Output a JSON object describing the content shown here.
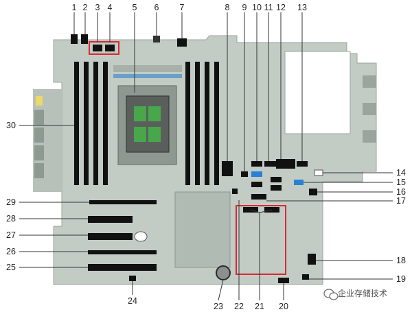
{
  "diagram": {
    "callout_labels": [
      "1",
      "2",
      "3",
      "4",
      "5",
      "6",
      "7",
      "8",
      "9",
      "10",
      "11",
      "12",
      "13",
      "14",
      "15",
      "16",
      "17",
      "18",
      "19",
      "20",
      "21",
      "22",
      "23",
      "24",
      "25",
      "26",
      "27",
      "28",
      "29",
      "30"
    ]
  },
  "watermark": {
    "text": "企业存储技术",
    "icon": "wechat-icon"
  },
  "colors": {
    "board": "#c2ccc5",
    "board_dark": "#aab5ae",
    "slot": "#111111",
    "highlight": "#d9282f",
    "leader": "#333333"
  }
}
